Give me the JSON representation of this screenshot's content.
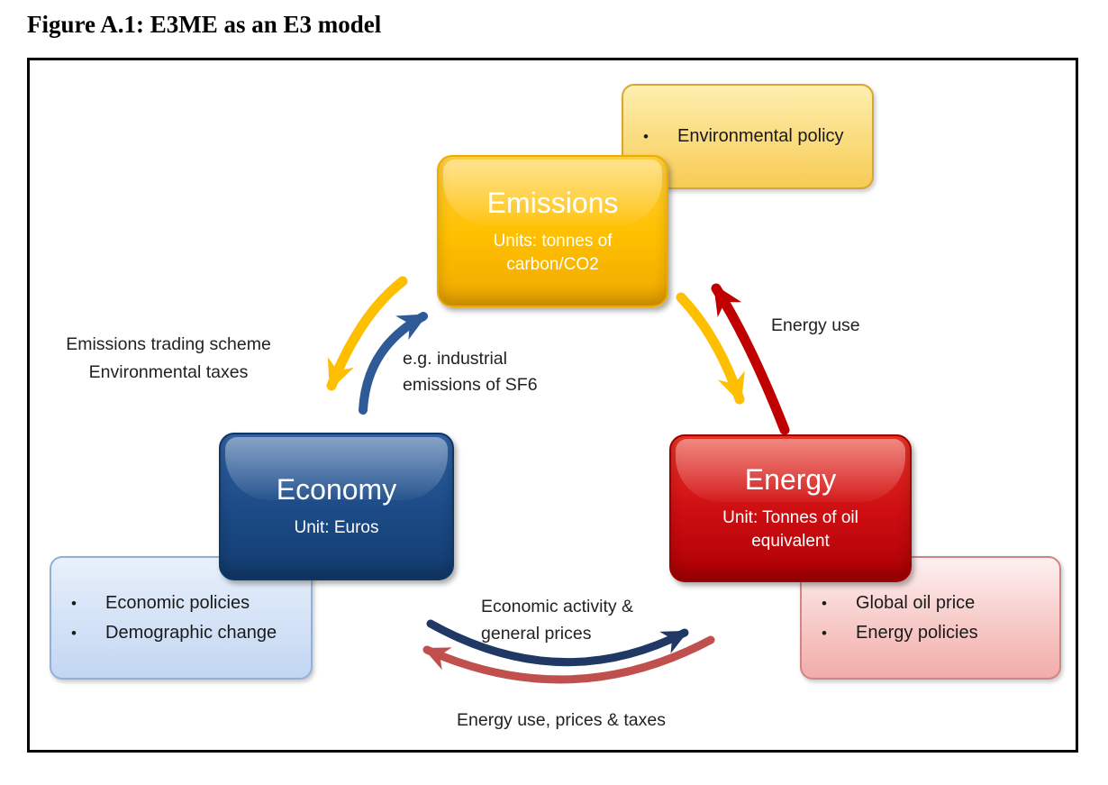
{
  "figure_title": "Figure A.1: E3ME as an E3 model",
  "bullet_char": "•",
  "nodes": {
    "emissions": {
      "title": "Emissions",
      "unit": "Units: tonnes of carbon/CO2"
    },
    "economy": {
      "title": "Economy",
      "unit": "Unit: Euros"
    },
    "energy": {
      "title": "Energy",
      "unit": "Unit: Tonnes of oil equivalent"
    }
  },
  "callouts": {
    "emissions": {
      "items": [
        "Environmental policy"
      ]
    },
    "economy": {
      "items": [
        "Economic policies",
        "Demographic change"
      ]
    },
    "energy": {
      "items": [
        "Global oil price",
        "Energy policies"
      ]
    }
  },
  "edge_labels": {
    "emissions_to_economy_line1": "Emissions trading scheme",
    "emissions_to_economy_line2": "Environmental taxes",
    "economy_to_emissions": "e.g. industrial emissions of SF6",
    "energy_to_emissions": "Energy use",
    "economy_to_energy": "Economic activity & general prices",
    "energy_to_economy": "Energy use, prices & taxes"
  },
  "colors": {
    "gold": "#FFC000",
    "navy_node": "#1C4B87",
    "red_node": "#CE0E12",
    "arrow_gold": "#FEBF00",
    "arrow_blue": "#2E5A97",
    "arrow_red": "#C00000",
    "arrow_navy": "#1F3864",
    "arrow_salmon": "#C0504D"
  }
}
